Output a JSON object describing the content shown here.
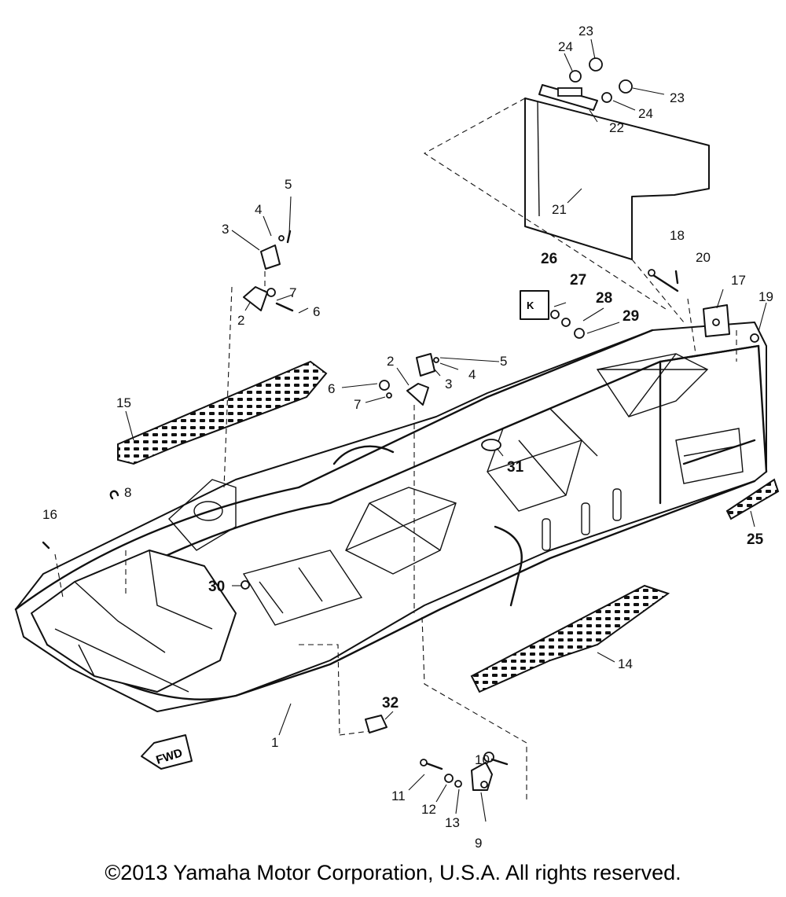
{
  "diagram": {
    "fwd_label": "FWD",
    "callouts": [
      {
        "id": "c23a",
        "text": "23"
      },
      {
        "id": "c24a",
        "text": "24"
      },
      {
        "id": "c23b",
        "text": "23"
      },
      {
        "id": "c24b",
        "text": "24"
      },
      {
        "id": "c22",
        "text": "22"
      },
      {
        "id": "c21",
        "text": "21"
      },
      {
        "id": "c18",
        "text": "18"
      },
      {
        "id": "c20",
        "text": "20"
      },
      {
        "id": "c17",
        "text": "17"
      },
      {
        "id": "c19",
        "text": "19"
      },
      {
        "id": "c26",
        "text": "26"
      },
      {
        "id": "c27",
        "text": "27"
      },
      {
        "id": "c28",
        "text": "28"
      },
      {
        "id": "c29",
        "text": "29"
      },
      {
        "id": "c5a",
        "text": "5"
      },
      {
        "id": "c4a",
        "text": "4"
      },
      {
        "id": "c3a",
        "text": "3"
      },
      {
        "id": "c7a",
        "text": "7"
      },
      {
        "id": "c6a",
        "text": "6"
      },
      {
        "id": "c2a",
        "text": "2"
      },
      {
        "id": "c2b",
        "text": "2"
      },
      {
        "id": "c5b",
        "text": "5"
      },
      {
        "id": "c4b",
        "text": "4"
      },
      {
        "id": "c3b",
        "text": "3"
      },
      {
        "id": "c6b",
        "text": "6"
      },
      {
        "id": "c7b",
        "text": "7"
      },
      {
        "id": "c15",
        "text": "15"
      },
      {
        "id": "c8",
        "text": "8"
      },
      {
        "id": "c16",
        "text": "16"
      },
      {
        "id": "c31",
        "text": "31"
      },
      {
        "id": "c25",
        "text": "25"
      },
      {
        "id": "c30",
        "text": "30"
      },
      {
        "id": "c14",
        "text": "14"
      },
      {
        "id": "c32",
        "text": "32"
      },
      {
        "id": "c1",
        "text": "1"
      },
      {
        "id": "c10",
        "text": "10"
      },
      {
        "id": "c11",
        "text": "11"
      },
      {
        "id": "c12",
        "text": "12"
      },
      {
        "id": "c13",
        "text": "13"
      },
      {
        "id": "c9",
        "text": "9"
      }
    ]
  },
  "footer": {
    "copyright": "©2013 Yamaha Motor Corporation, U.S.A. All rights reserved."
  }
}
